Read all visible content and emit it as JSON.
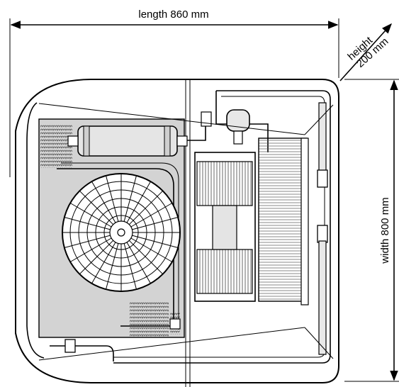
{
  "labels": {
    "length": "length 860 mm",
    "width": "width 800 mm",
    "height_line1": "height",
    "height_line2": "200 mm"
  }
}
